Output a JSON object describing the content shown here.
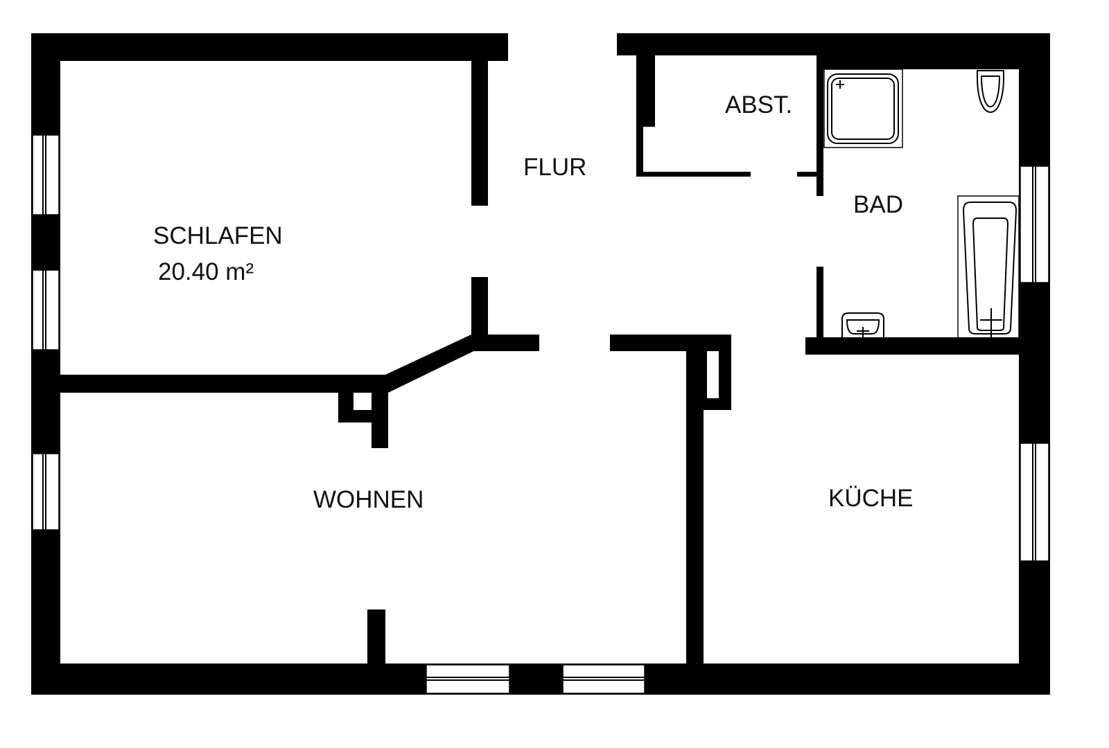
{
  "plan": {
    "rooms": {
      "schlafen": {
        "label": "SCHLAFEN",
        "area": "20.40 m²"
      },
      "flur": {
        "label": "FLUR"
      },
      "abst": {
        "label": "ABST."
      },
      "bad": {
        "label": "BAD"
      },
      "wohnen": {
        "label": "WOHNEN"
      },
      "kueche": {
        "label": "KÜCHE"
      }
    },
    "colors": {
      "wall": "#000000",
      "background": "#ffffff"
    }
  }
}
